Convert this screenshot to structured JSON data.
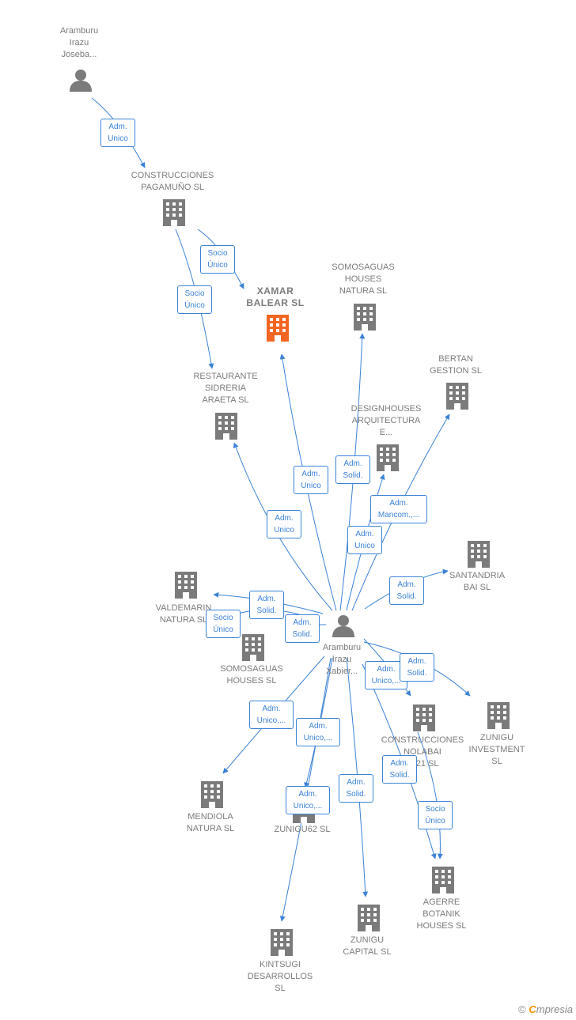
{
  "nodes": [
    {
      "id": "aramburu-joseba",
      "kind": "person",
      "label": [
        "Aramburu",
        "Irazu",
        "Joseba..."
      ]
    },
    {
      "id": "construcciones-pagamuno",
      "kind": "company",
      "label": [
        "CONSTRUCCIONES",
        "PAGAMUÑO SL"
      ]
    },
    {
      "id": "xamar-balear",
      "kind": "focus",
      "label": [
        "XAMAR",
        "BALEAR  SL"
      ]
    },
    {
      "id": "somosaguas-houses-natura",
      "kind": "company",
      "label": [
        "SOMOSAGUAS",
        "HOUSES",
        "NATURA  SL"
      ]
    },
    {
      "id": "bertan-gestion",
      "kind": "company",
      "label": [
        "BERTAN",
        "GESTION  SL"
      ]
    },
    {
      "id": "restaurante-sidreria",
      "kind": "company",
      "label": [
        "RESTAURANTE",
        "SIDRERIA",
        "ARAETA SL"
      ]
    },
    {
      "id": "designhouses",
      "kind": "company",
      "label": [
        "DESIGNHOUSES",
        "ARQUITECTURA",
        "E..."
      ]
    },
    {
      "id": "santandria-bai",
      "kind": "company",
      "label": [
        "SANTANDRIA",
        "BAI  SL"
      ]
    },
    {
      "id": "valdemarin-natura",
      "kind": "company",
      "label": [
        "VALDEMARIN",
        "NATURA  SL"
      ]
    },
    {
      "id": "aramburu-xabier",
      "kind": "person",
      "label": [
        "Aramburu",
        "Irazu",
        "Xabier..."
      ]
    },
    {
      "id": "somosaguas-houses",
      "kind": "company",
      "label": [
        "SOMOSAGUAS",
        "HOUSES  SL"
      ]
    },
    {
      "id": "construcciones-nolabai",
      "kind": "company",
      "label": [
        "CONSTRUCCIONES",
        "NOLABAI",
        "2021  SL"
      ]
    },
    {
      "id": "zunigu-investment",
      "kind": "company",
      "label": [
        "ZUNIGU",
        "INVESTMENT",
        "SL"
      ]
    },
    {
      "id": "mendiola-natura",
      "kind": "company",
      "label": [
        "MENDIOLA",
        "NATURA  SL"
      ]
    },
    {
      "id": "zunigu62",
      "kind": "company",
      "label": [
        "ZUNIGU62  SL"
      ]
    },
    {
      "id": "agerre-botanik",
      "kind": "company",
      "label": [
        "AGERRE",
        "BOTANIK",
        "HOUSES  SL"
      ]
    },
    {
      "id": "zunigu-capital",
      "kind": "company",
      "label": [
        "ZUNIGU",
        "CAPITAL  SL"
      ]
    },
    {
      "id": "kintsugi-desarrollos",
      "kind": "company",
      "label": [
        "KINTSUGI",
        "DESARROLLOS",
        "SL"
      ]
    }
  ],
  "edge_labels": [
    {
      "id": "e1",
      "lines": [
        "Adm.",
        "Unico"
      ]
    },
    {
      "id": "e2",
      "lines": [
        "Socio",
        "Único"
      ]
    },
    {
      "id": "e3",
      "lines": [
        "Socio",
        "Único"
      ]
    },
    {
      "id": "e4",
      "lines": [
        "Adm.",
        "Unico"
      ]
    },
    {
      "id": "e5",
      "lines": [
        "Adm.",
        "Solid."
      ]
    },
    {
      "id": "e6",
      "lines": [
        "Adm.",
        "Mancom.,..."
      ]
    },
    {
      "id": "e7",
      "lines": [
        "Adm.",
        "Unico"
      ]
    },
    {
      "id": "e8",
      "lines": [
        "Adm.",
        "Unico"
      ]
    },
    {
      "id": "e9",
      "lines": [
        "Adm.",
        "Solid."
      ]
    },
    {
      "id": "e10",
      "lines": [
        "Adm.",
        "Solid."
      ]
    },
    {
      "id": "e11",
      "lines": [
        "Socio",
        "Único"
      ]
    },
    {
      "id": "e12",
      "lines": [
        "Adm.",
        "Solid."
      ]
    },
    {
      "id": "e13",
      "lines": [
        "Adm.",
        "Unico,..."
      ]
    },
    {
      "id": "e14",
      "lines": [
        "Adm.",
        "Solid."
      ]
    },
    {
      "id": "e15",
      "lines": [
        "Adm.",
        "Unico,..."
      ]
    },
    {
      "id": "e16",
      "lines": [
        "Adm.",
        "Unico,..."
      ]
    },
    {
      "id": "e17",
      "lines": [
        "Adm.",
        "Unico,..."
      ]
    },
    {
      "id": "e18",
      "lines": [
        "Adm.",
        "Solid."
      ]
    },
    {
      "id": "e19",
      "lines": [
        "Adm.",
        "Solid."
      ]
    },
    {
      "id": "e20",
      "lines": [
        "Socio",
        "Único"
      ]
    }
  ],
  "colors": {
    "edge": "#3b82d6",
    "node": "#7b7b7b",
    "focus": "#f26522"
  },
  "footer": {
    "copyright": "©",
    "brand_initial": "C",
    "brand_rest": "mpresia"
  }
}
